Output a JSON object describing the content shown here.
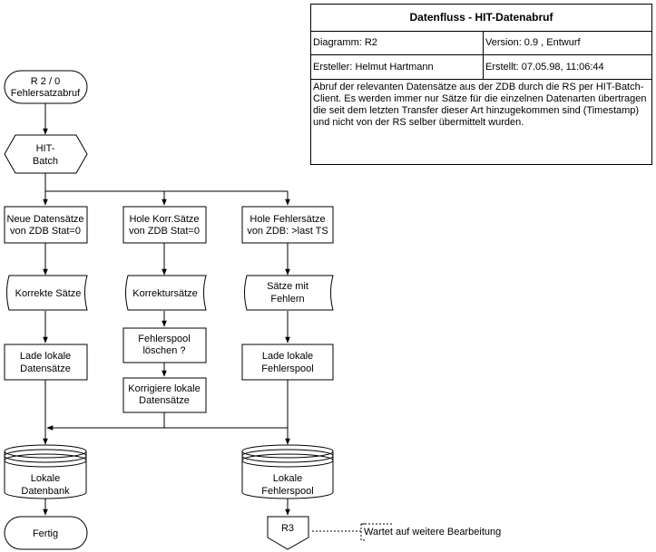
{
  "info": {
    "title": "Datenfluss - HIT-Datenabruf",
    "diagram": "Diagramm: R2",
    "version": "Version: 0.9 , Entwurf",
    "author": "Ersteller: Helmut Hartmann",
    "created": "Erstellt:  07.05.98, 11:06:44",
    "description": "Abruf der relevanten Datensätze aus der ZDB durch die RS per HIT-Batch-Client. Es werden immer nur Sätze für die einzelnen Datenarten übertragen die seit dem letzten Transfer dieser Art hinzugekommen sind (Timestamp) und nicht von der RS selber übermittelt wurden."
  },
  "nodes": {
    "start": [
      "R 2 / 0",
      "Fehlersatzabruf"
    ],
    "batch": [
      "HIT-",
      "Batch"
    ],
    "neue": [
      "Neue Datensätze",
      "von ZDB Stat=0"
    ],
    "korr_hole": [
      "Hole Korr.Sätze",
      "von ZDB Stat=0"
    ],
    "fehler_hole": [
      "Hole Fehlersätze",
      "von ZDB: >last TS"
    ],
    "korrekte": [
      "Korrekte Sätze"
    ],
    "korrektur": [
      "Korrektursätze"
    ],
    "saetze_fehler": [
      "Sätze mit",
      "Fehlern"
    ],
    "spool_loeschen": [
      "Fehlerspool",
      "löschen ?"
    ],
    "korrigiere": [
      "Korrigiere lokale",
      "Datensätze"
    ],
    "lade_lokal": [
      "Lade lokale",
      "Datensätze"
    ],
    "lade_spool": [
      "Lade lokale",
      "Fehlerspool"
    ],
    "db_lokal": [
      "Lokale",
      "Datenbank"
    ],
    "db_spool": [
      "Lokale",
      "Fehlerspool"
    ],
    "fertig": [
      "Fertig"
    ],
    "r3": [
      "R3"
    ],
    "note": [
      "Wartet auf weitere Bearbeitung"
    ]
  }
}
